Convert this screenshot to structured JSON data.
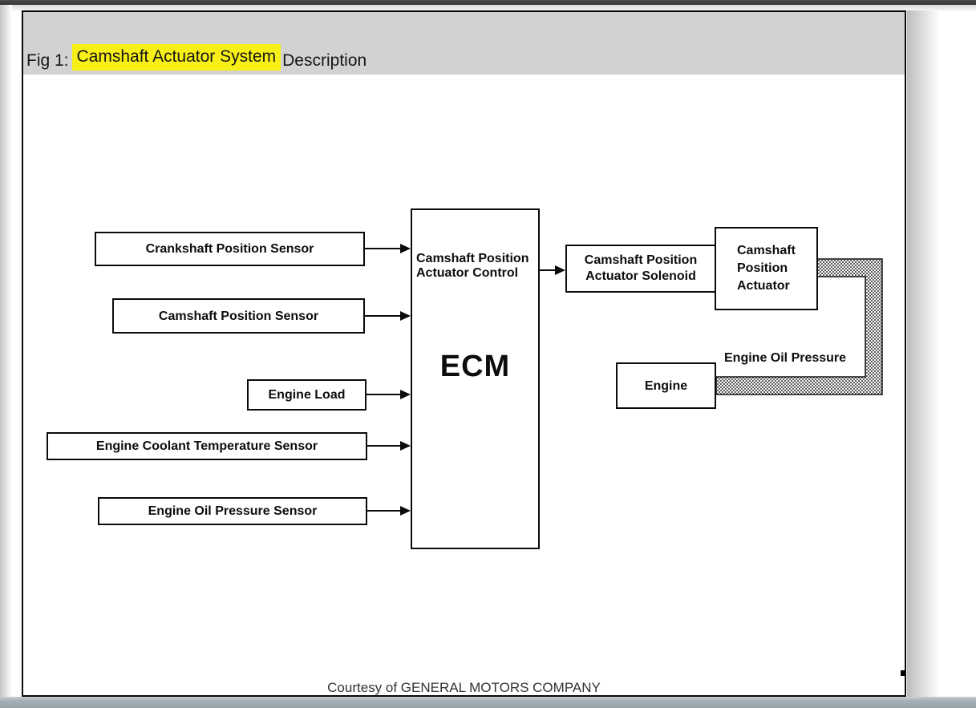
{
  "titlebar": {
    "prefix": "Fig 1:",
    "highlight": "Camshaft Actuator System",
    "suffix": "Description"
  },
  "figure": {
    "inputs": [
      {
        "label": "Crankshaft Position Sensor"
      },
      {
        "label": "Camshaft Position Sensor"
      },
      {
        "label": "Engine Load"
      },
      {
        "label": "Engine Coolant Temperature Sensor"
      },
      {
        "label": "Engine Oil Pressure Sensor"
      }
    ],
    "ecm": {
      "control_line1": "Camshaft Position",
      "control_line2": "Actuator Control",
      "name": "ECM"
    },
    "solenoid": {
      "line1": "Camshaft Position",
      "line2": "Actuator Solenoid"
    },
    "actuator": {
      "line1": "Camshaft",
      "line2": "Position",
      "line3": "Actuator"
    },
    "engine": {
      "label": "Engine"
    },
    "oil_pressure_label": "Engine Oil Pressure"
  },
  "footer": {
    "courtesy": "Courtesy of GENERAL MOTORS COMPANY"
  },
  "colors": {
    "highlight": "#f8ef17",
    "header_bg": "#d2d2d2",
    "top_bar": "#35383a",
    "bottom_bar": "#a2abb1",
    "line": "#0b0b0b"
  }
}
